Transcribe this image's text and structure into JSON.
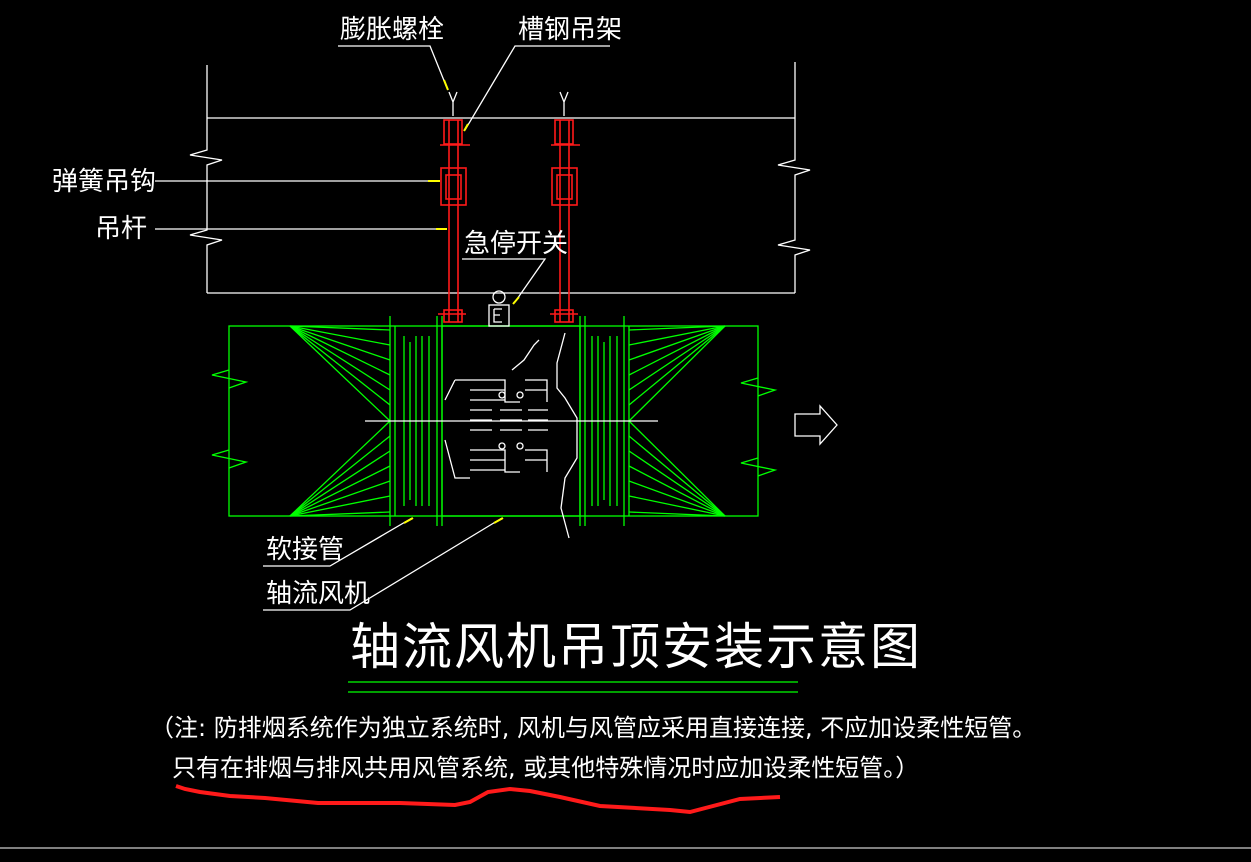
{
  "labels": {
    "expansion_bolt": "膨胀螺栓",
    "channel_hanger": "槽钢吊架",
    "spring_hook": "弹簧吊钩",
    "hanger_rod": "吊杆",
    "emergency_stop": "急停开关",
    "flexible_joint": "软接管",
    "axial_fan": "轴流风机"
  },
  "title": "轴流风机吊顶安装示意图",
  "note": {
    "line1": "（注: 防排烟系统作为独立系统时, 风机与风管应采用直接连接, 不应加设柔性短管。",
    "line2": "只有在排烟与排风共用风管系统, 或其他特殊情况时应加设柔性短管。）"
  },
  "colors": {
    "background": "#000000",
    "duct": "#00ff00",
    "hanger": "#ff1a1a",
    "leader_tip": "#ffff00",
    "text": "#ffffff"
  }
}
